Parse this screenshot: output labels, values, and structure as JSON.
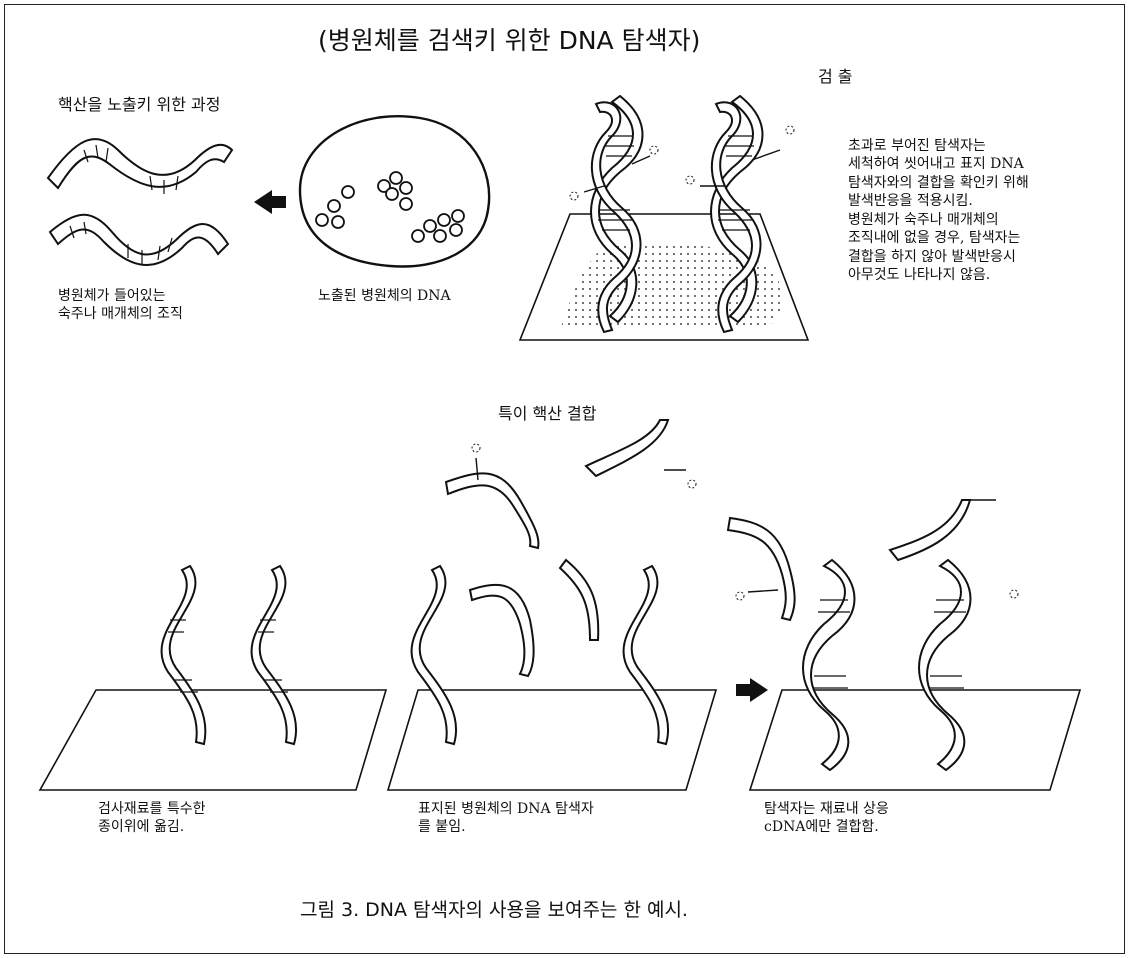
{
  "title": "(병원체를 검색키 위한 DNA 탐색자)",
  "top": {
    "exposure_heading": "핵산을 노출키 위한 과정",
    "tissue_label": "병원체가 들어있는\n숙주나 매개체의 조직",
    "exposed_dna_label": "노출된 병원체의 DNA",
    "detection_heading": "검  출",
    "detection_note": "초과로 부어진 탐색자는\n세척하여 씻어내고 표지 DNA\n탐색자와의 결합을 확인키 위해\n발색반응을 적용시킴.\n병원체가 숙주나 매개체의\n조직내에 없을 경우, 탐색자는\n결합을 하지 않아 발색반응시\n아무것도 나타나지 않음."
  },
  "bottom": {
    "hybridization_heading": "특이 핵산 결합",
    "step1_label": "검사재료를 특수한\n종이위에 옮김.",
    "step2_label": "표지된 병원체의 DNA 탐색자\n를 붙임.",
    "step3_label": "탐색자는 재료내 상응\ncDNA에만 결합함."
  },
  "caption": "그림 3. DNA 탐색자의 사용을 보여주는 한 예시.",
  "colors": {
    "ink": "#111111",
    "paper": "#ffffff"
  }
}
